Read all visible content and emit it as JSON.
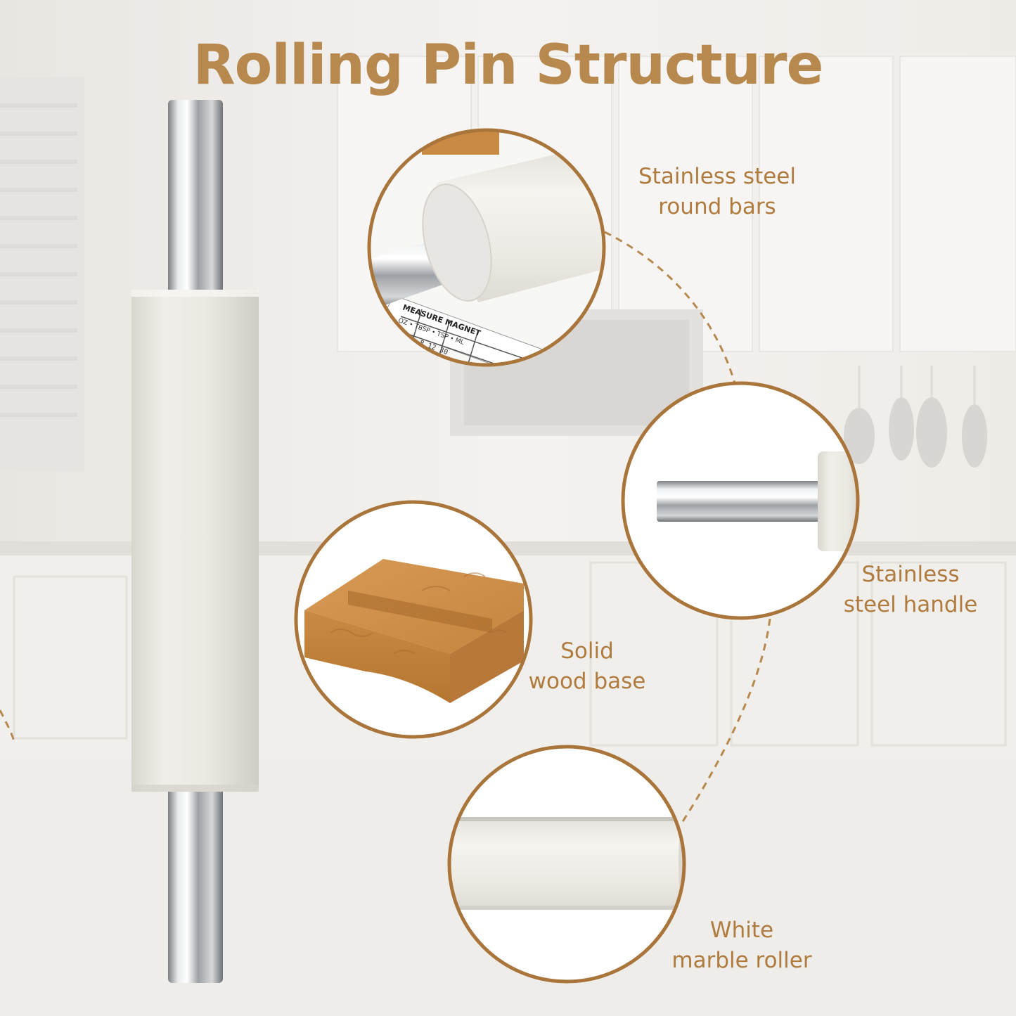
{
  "title": "Rolling Pin Structure",
  "colors": {
    "accent": "#b8894e",
    "label": "#b07b3e",
    "circle_border": "#a9753a",
    "wood": "#c98a43",
    "steel": "#c4c6c8",
    "marble": "#ece9e3"
  },
  "callouts": [
    {
      "id": "round-bars",
      "lines": [
        "Stainless steel",
        "round bars"
      ]
    },
    {
      "id": "handle",
      "lines": [
        "Stainless",
        "steel handle"
      ]
    },
    {
      "id": "base",
      "lines": [
        "Solid",
        "wood base"
      ]
    },
    {
      "id": "roller",
      "lines": [
        "White",
        "marble roller"
      ]
    }
  ],
  "magnet_card": {
    "heading": "MEASURE MAGNET",
    "row_header": "OZ • TBSP • TSP • ML"
  }
}
